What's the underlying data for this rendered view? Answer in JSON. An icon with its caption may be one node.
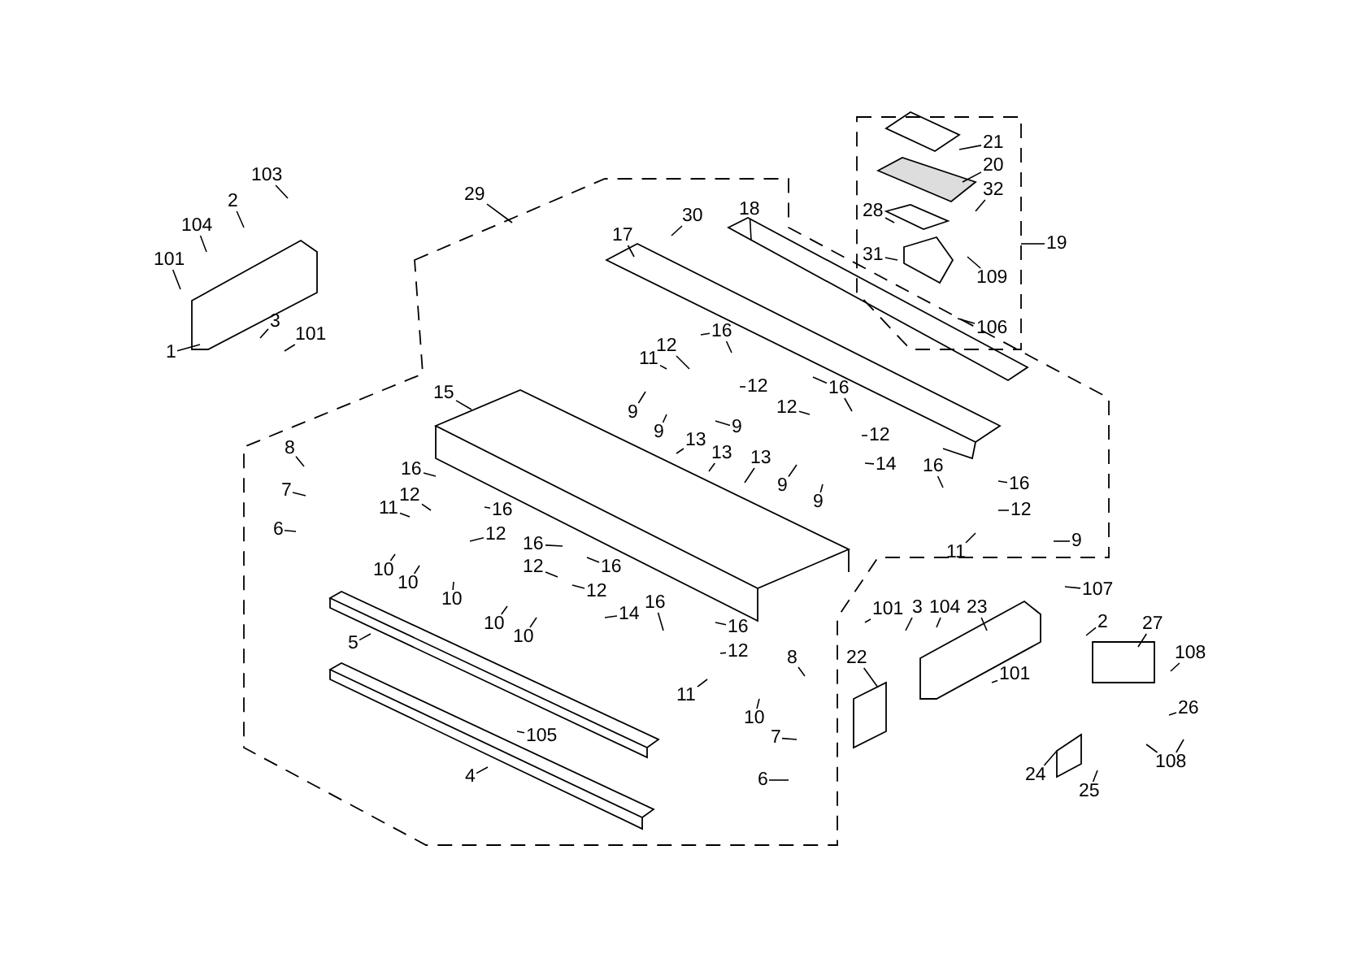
{
  "diagram": {
    "nodes": [
      {
        "text": [
          "103"
        ]
      },
      {
        "text": [
          "2"
        ]
      },
      {
        "text": [
          "104"
        ]
      },
      {
        "text": [
          "101"
        ]
      },
      {
        "text": [
          "1"
        ]
      },
      {
        "text": [
          "3"
        ]
      },
      {
        "text": [
          "101"
        ]
      },
      {
        "text": [
          "29"
        ]
      },
      {
        "text": [
          "30"
        ]
      },
      {
        "text": [
          "17"
        ]
      },
      {
        "text": [
          "18"
        ]
      },
      {
        "text": [
          "21"
        ]
      },
      {
        "text": [
          "20"
        ]
      },
      {
        "text": [
          "32"
        ]
      },
      {
        "text": [
          "28"
        ]
      },
      {
        "text": [
          "31"
        ]
      },
      {
        "text": [
          "19"
        ]
      },
      {
        "text": [
          "109"
        ]
      },
      {
        "text": [
          "106"
        ]
      },
      {
        "text": [
          "16"
        ]
      },
      {
        "text": [
          "12"
        ]
      },
      {
        "text": [
          "11"
        ]
      },
      {
        "text": [
          "12"
        ]
      },
      {
        "text": [
          "9"
        ]
      },
      {
        "text": [
          "9"
        ]
      },
      {
        "text": [
          "9"
        ]
      },
      {
        "text": [
          "16"
        ]
      },
      {
        "text": [
          "12"
        ]
      },
      {
        "text": [
          "12"
        ]
      },
      {
        "text": [
          "13"
        ]
      },
      {
        "text": [
          "13"
        ]
      },
      {
        "text": [
          "13"
        ]
      },
      {
        "text": [
          "14"
        ]
      },
      {
        "text": [
          "9"
        ]
      },
      {
        "text": [
          "9"
        ]
      },
      {
        "text": [
          "15"
        ]
      },
      {
        "text": [
          "16"
        ]
      },
      {
        "text": [
          "12"
        ]
      },
      {
        "text": [
          "11"
        ]
      },
      {
        "text": [
          "16"
        ]
      },
      {
        "text": [
          "12"
        ]
      },
      {
        "text": [
          "10"
        ]
      },
      {
        "text": [
          "10"
        ]
      },
      {
        "text": [
          "10"
        ]
      },
      {
        "text": [
          "16"
        ]
      },
      {
        "text": [
          "12"
        ]
      },
      {
        "text": [
          "16"
        ]
      },
      {
        "text": [
          "12"
        ]
      },
      {
        "text": [
          "14"
        ]
      },
      {
        "text": [
          "10"
        ]
      },
      {
        "text": [
          "10"
        ]
      },
      {
        "text": [
          "16"
        ]
      },
      {
        "text": [
          "16"
        ]
      },
      {
        "text": [
          "12"
        ]
      },
      {
        "text": [
          "11"
        ]
      },
      {
        "text": [
          "10"
        ]
      },
      {
        "text": [
          "5"
        ]
      },
      {
        "text": [
          "105"
        ]
      },
      {
        "text": [
          "4"
        ]
      },
      {
        "text": [
          "8"
        ]
      },
      {
        "text": [
          "7"
        ]
      },
      {
        "text": [
          "6"
        ]
      },
      {
        "text": [
          "8"
        ]
      },
      {
        "text": [
          "7"
        ]
      },
      {
        "text": [
          "6"
        ]
      },
      {
        "text": [
          "16"
        ]
      },
      {
        "text": [
          "16"
        ]
      },
      {
        "text": [
          "12"
        ]
      },
      {
        "text": [
          "11"
        ]
      },
      {
        "text": [
          "9"
        ]
      },
      {
        "text": [
          "107"
        ]
      },
      {
        "text": [
          "101"
        ]
      },
      {
        "text": [
          "3"
        ]
      },
      {
        "text": [
          "104"
        ]
      },
      {
        "text": [
          "23"
        ]
      },
      {
        "text": [
          "2"
        ]
      },
      {
        "text": [
          "27"
        ]
      },
      {
        "text": [
          "108"
        ]
      },
      {
        "text": [
          "22"
        ]
      },
      {
        "text": [
          "101"
        ]
      },
      {
        "text": [
          "26"
        ]
      },
      {
        "text": [
          "108"
        ]
      },
      {
        "text": [
          "24"
        ]
      },
      {
        "text": [
          "25"
        ]
      }
    ],
    "edges": [
      {
        "from": 0,
        "to": null,
        "arrow": "none"
      },
      {
        "from": 1,
        "to": null,
        "arrow": "none"
      },
      {
        "from": 2,
        "to": null,
        "arrow": "none"
      },
      {
        "from": 3,
        "to": null,
        "arrow": "none"
      },
      {
        "from": 4,
        "to": null,
        "arrow": "none"
      },
      {
        "from": 5,
        "to": null,
        "arrow": "none"
      },
      {
        "from": 6,
        "to": null,
        "arrow": "none"
      },
      {
        "from": 7,
        "to": null,
        "arrow": "none"
      },
      {
        "from": 8,
        "to": null,
        "arrow": "none"
      },
      {
        "from": 9,
        "to": null,
        "arrow": "none"
      },
      {
        "from": 10,
        "to": null,
        "arrow": "none"
      },
      {
        "from": 11,
        "to": null,
        "arrow": "none"
      },
      {
        "from": 12,
        "to": null,
        "arrow": "none"
      },
      {
        "from": 13,
        "to": null,
        "arrow": "none"
      },
      {
        "from": 14,
        "to": null,
        "arrow": "none"
      },
      {
        "from": 15,
        "to": null,
        "arrow": "none"
      },
      {
        "from": 16,
        "to": null,
        "arrow": "none"
      },
      {
        "from": 17,
        "to": null,
        "arrow": "none"
      },
      {
        "from": 18,
        "to": null,
        "arrow": "none"
      },
      {
        "from": 19,
        "to": null,
        "arrow": "none"
      },
      {
        "from": 19,
        "to": null,
        "arrow": "none"
      },
      {
        "from": 20,
        "to": null,
        "arrow": "none"
      },
      {
        "from": 21,
        "to": null,
        "arrow": "none"
      },
      {
        "from": 22,
        "to": null,
        "arrow": "none"
      },
      {
        "from": 23,
        "to": null,
        "arrow": "none"
      },
      {
        "from": 24,
        "to": null,
        "arrow": "none"
      },
      {
        "from": 25,
        "to": null,
        "arrow": "none"
      },
      {
        "from": 26,
        "to": null,
        "arrow": "none"
      },
      {
        "from": 26,
        "to": null,
        "arrow": "none"
      },
      {
        "from": 27,
        "to": null,
        "arrow": "none"
      },
      {
        "from": 28,
        "to": null,
        "arrow": "none"
      },
      {
        "from": 29,
        "to": null,
        "arrow": "none"
      },
      {
        "from": 30,
        "to": null,
        "arrow": "none"
      },
      {
        "from": 31,
        "to": null,
        "arrow": "none"
      },
      {
        "from": 32,
        "to": null,
        "arrow": "none"
      },
      {
        "from": 33,
        "to": null,
        "arrow": "none"
      },
      {
        "from": 34,
        "to": null,
        "arrow": "none"
      },
      {
        "from": 35,
        "to": null,
        "arrow": "none"
      },
      {
        "from": 36,
        "to": null,
        "arrow": "none"
      },
      {
        "from": 37,
        "to": null,
        "arrow": "none"
      },
      {
        "from": 38,
        "to": null,
        "arrow": "none"
      },
      {
        "from": 39,
        "to": null,
        "arrow": "none"
      },
      {
        "from": 40,
        "to": null,
        "arrow": "none"
      },
      {
        "from": 41,
        "to": null,
        "arrow": "none"
      },
      {
        "from": 42,
        "to": null,
        "arrow": "none"
      },
      {
        "from": 43,
        "to": null,
        "arrow": "none"
      },
      {
        "from": 44,
        "to": null,
        "arrow": "none"
      },
      {
        "from": 45,
        "to": null,
        "arrow": "none"
      },
      {
        "from": 46,
        "to": null,
        "arrow": "none"
      },
      {
        "from": 47,
        "to": null,
        "arrow": "none"
      },
      {
        "from": 48,
        "to": null,
        "arrow": "none"
      },
      {
        "from": 49,
        "to": null,
        "arrow": "none"
      },
      {
        "from": 50,
        "to": null,
        "arrow": "none"
      },
      {
        "from": 51,
        "to": null,
        "arrow": "none"
      },
      {
        "from": 52,
        "to": null,
        "arrow": "none"
      },
      {
        "from": 53,
        "to": null,
        "arrow": "none"
      },
      {
        "from": 54,
        "to": null,
        "arrow": "none"
      },
      {
        "from": 55,
        "to": null,
        "arrow": "none"
      },
      {
        "from": 56,
        "to": null,
        "arrow": "none"
      },
      {
        "from": 57,
        "to": null,
        "arrow": "none"
      },
      {
        "from": 58,
        "to": null,
        "arrow": "none"
      },
      {
        "from": 59,
        "to": null,
        "arrow": "none"
      },
      {
        "from": 60,
        "to": null,
        "arrow": "none"
      },
      {
        "from": 61,
        "to": null,
        "arrow": "none"
      },
      {
        "from": 62,
        "to": null,
        "arrow": "none"
      },
      {
        "from": 63,
        "to": null,
        "arrow": "none"
      },
      {
        "from": 64,
        "to": null,
        "arrow": "none"
      },
      {
        "from": 65,
        "to": null,
        "arrow": "none"
      },
      {
        "from": 66,
        "to": null,
        "arrow": "none"
      },
      {
        "from": 67,
        "to": null,
        "arrow": "none"
      },
      {
        "from": 68,
        "to": null,
        "arrow": "none"
      },
      {
        "from": 69,
        "to": null,
        "arrow": "none"
      },
      {
        "from": 70,
        "to": null,
        "arrow": "none"
      },
      {
        "from": 71,
        "to": null,
        "arrow": "none"
      },
      {
        "from": 72,
        "to": null,
        "arrow": "none"
      },
      {
        "from": 73,
        "to": null,
        "arrow": "none"
      },
      {
        "from": 74,
        "to": null,
        "arrow": "none"
      },
      {
        "from": 75,
        "to": null,
        "arrow": "none"
      },
      {
        "from": 76,
        "to": null,
        "arrow": "none"
      },
      {
        "from": 77,
        "to": null,
        "arrow": "none"
      },
      {
        "from": 78,
        "to": null,
        "arrow": "none"
      },
      {
        "from": 79,
        "to": null,
        "arrow": "none"
      },
      {
        "from": 80,
        "to": null,
        "arrow": "none"
      },
      {
        "from": 81,
        "to": null,
        "arrow": "none"
      },
      {
        "from": 81,
        "to": null,
        "arrow": "none"
      },
      {
        "from": 82,
        "to": null,
        "arrow": "none"
      },
      {
        "from": 83,
        "to": null,
        "arrow": "none"
      }
    ]
  }
}
